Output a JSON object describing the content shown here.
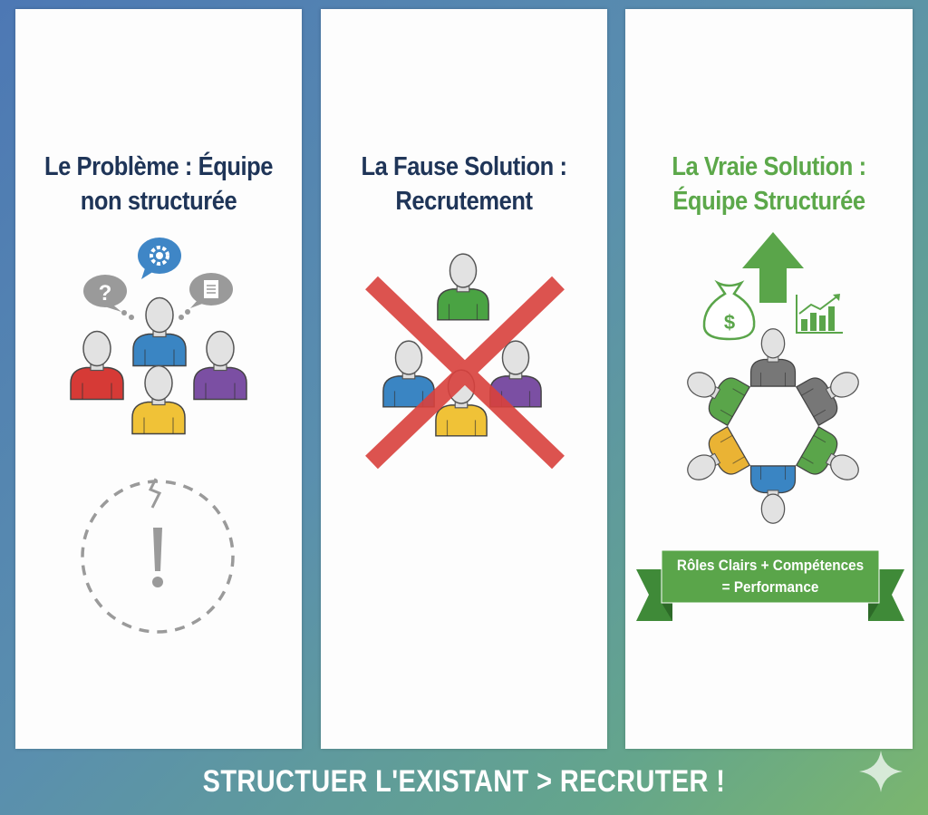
{
  "panels": [
    {
      "title_line1": "Le Problème : Équipe",
      "title_line2": "non structurée"
    },
    {
      "title_line1": "La Fause Solution :",
      "title_line2": "Recrutement"
    },
    {
      "title_line1": "La Vraie Solution :",
      "title_line2": "Équipe Structurée"
    }
  ],
  "banner": {
    "line1": "Rôles Clairs + Compétences",
    "line2": "= Performance"
  },
  "bubbles": {
    "question": "?",
    "dollar": "$"
  },
  "footer": {
    "text": "STRUCTUER L'EXISTANT > RECRUTER !"
  },
  "colors": {
    "title_navy": "#1f3558",
    "title_green": "#5ca84a",
    "cross_red": "#d9413d",
    "banner_green": "#5aa54a"
  }
}
